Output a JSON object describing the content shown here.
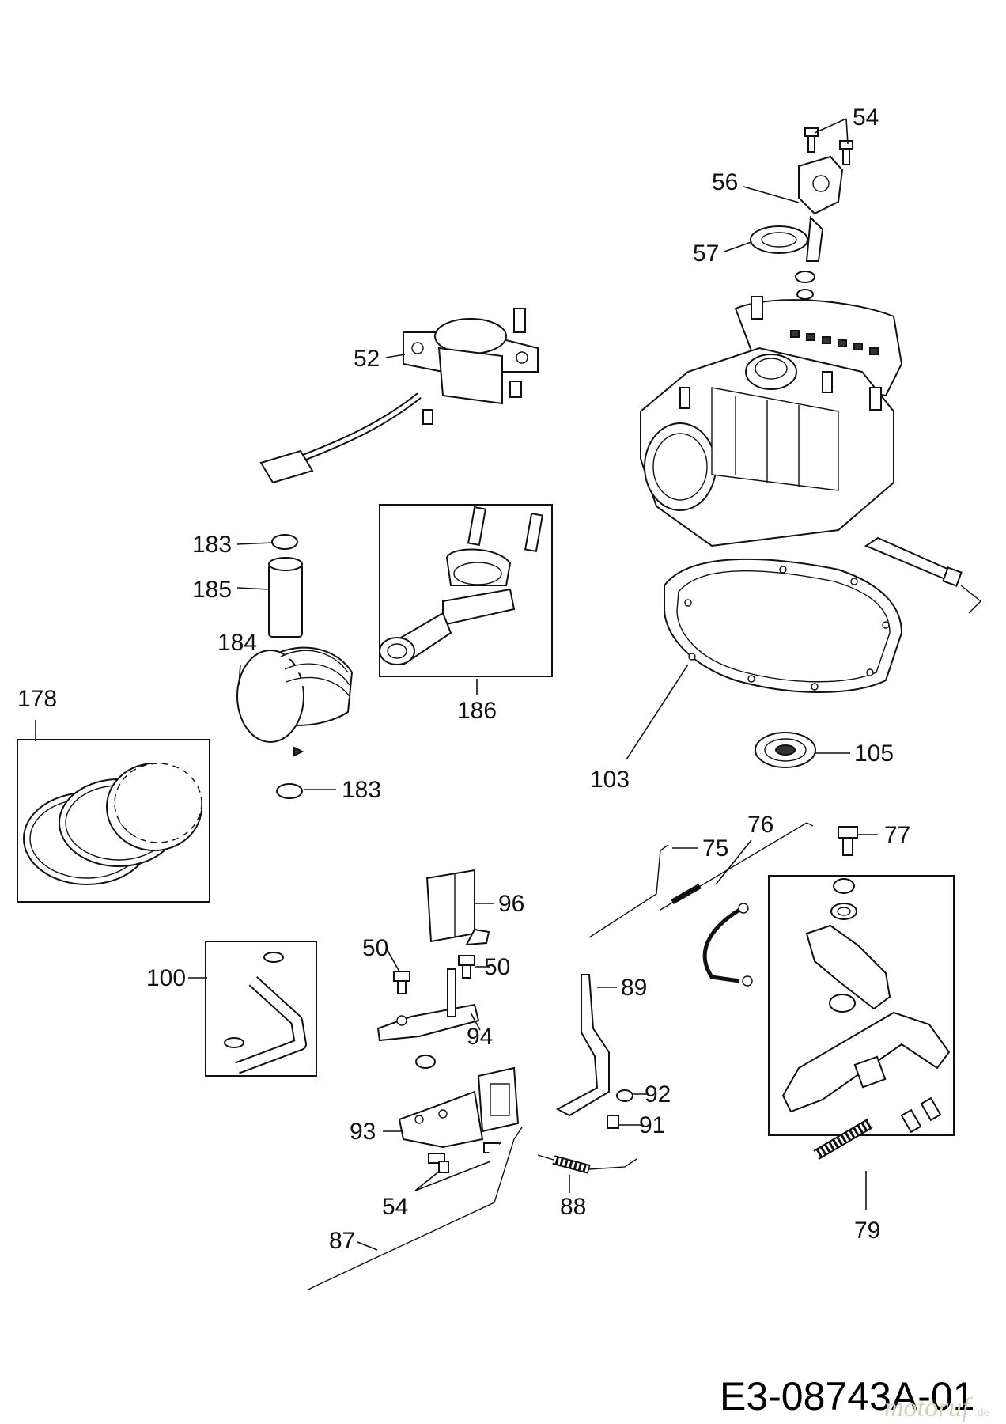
{
  "drawing_code": "E3-08743A-01",
  "watermark": {
    "brand": "motoruf",
    "tld": ".de"
  },
  "callouts": [
    {
      "id": "c54a",
      "text": "54"
    },
    {
      "id": "c56",
      "text": "56"
    },
    {
      "id": "c57",
      "text": "57"
    },
    {
      "id": "c52",
      "text": "52"
    },
    {
      "id": "c183a",
      "text": "183"
    },
    {
      "id": "c185",
      "text": "185"
    },
    {
      "id": "c184",
      "text": "184"
    },
    {
      "id": "c186",
      "text": "186"
    },
    {
      "id": "c178",
      "text": "178"
    },
    {
      "id": "c183b",
      "text": "183"
    },
    {
      "id": "c103",
      "text": "103"
    },
    {
      "id": "c105",
      "text": "105"
    },
    {
      "id": "c76",
      "text": "76"
    },
    {
      "id": "c75",
      "text": "75"
    },
    {
      "id": "c77",
      "text": "77"
    },
    {
      "id": "c96",
      "text": "96"
    },
    {
      "id": "c100",
      "text": "100"
    },
    {
      "id": "c50a",
      "text": "50"
    },
    {
      "id": "c50b",
      "text": "50"
    },
    {
      "id": "c94",
      "text": "94"
    },
    {
      "id": "c89",
      "text": "89"
    },
    {
      "id": "c92",
      "text": "92"
    },
    {
      "id": "c91",
      "text": "91"
    },
    {
      "id": "c93",
      "text": "93"
    },
    {
      "id": "c54b",
      "text": "54"
    },
    {
      "id": "c88",
      "text": "88"
    },
    {
      "id": "c87",
      "text": "87"
    },
    {
      "id": "c79",
      "text": "79"
    }
  ]
}
